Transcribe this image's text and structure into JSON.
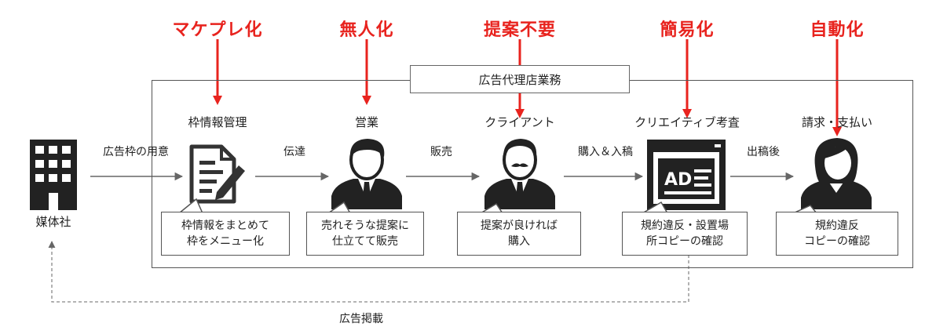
{
  "improvements": [
    "マケプレ化",
    "無人化",
    "提案不要",
    "簡易化",
    "自動化"
  ],
  "frame_title": "広告代理店業務",
  "stages": [
    {
      "title": "枠情報管理",
      "note": [
        "枠情報をまとめて",
        "枠をメニュー化"
      ]
    },
    {
      "title": "営業",
      "note": [
        "売れそうな提案に",
        "仕立てて販売"
      ]
    },
    {
      "title": "クライアント",
      "note": [
        "提案が良ければ",
        "購入"
      ]
    },
    {
      "title": "クリエイティブ考査",
      "note": [
        "規約違反・設置場",
        "所コピーの確認"
      ]
    },
    {
      "title": "請求・支払い",
      "note": [
        "規約違反",
        "コピーの確認"
      ]
    }
  ],
  "media_company": "媒体社",
  "flows": [
    "広告枠の用意",
    "伝達",
    "販売",
    "購入＆入稿",
    "出稿後"
  ],
  "return_flow": "広告掲載",
  "ad_icon_text": "AD",
  "colors": {
    "accent_red": "#e8231e",
    "icon_dark": "#222222",
    "line_gray": "#666666"
  }
}
